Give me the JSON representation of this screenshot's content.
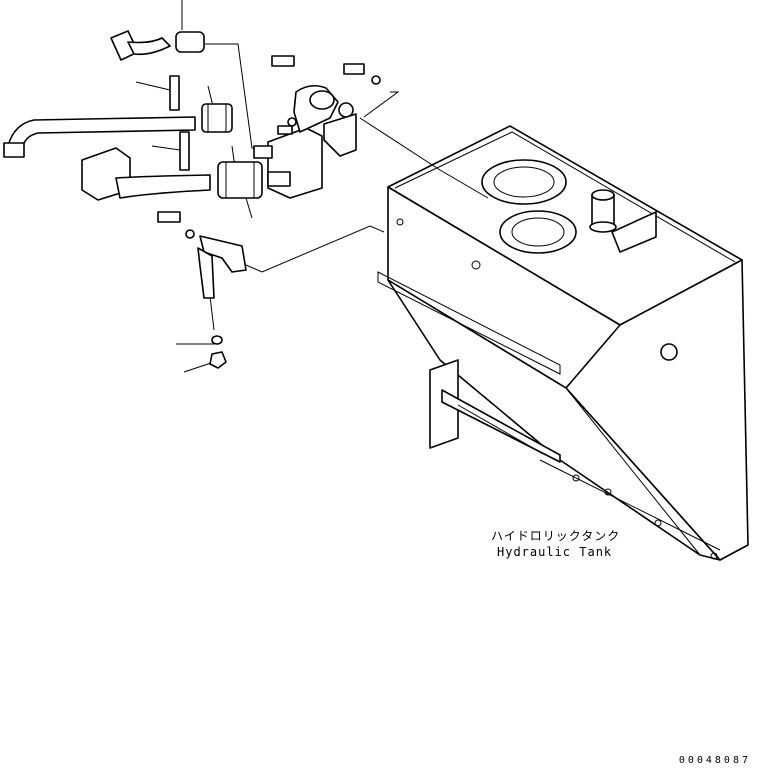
{
  "labels": {
    "tank_jp": "ハイドロリックタンク",
    "tank_en": "Hydraulic Tank"
  },
  "figure_number": "00048087"
}
